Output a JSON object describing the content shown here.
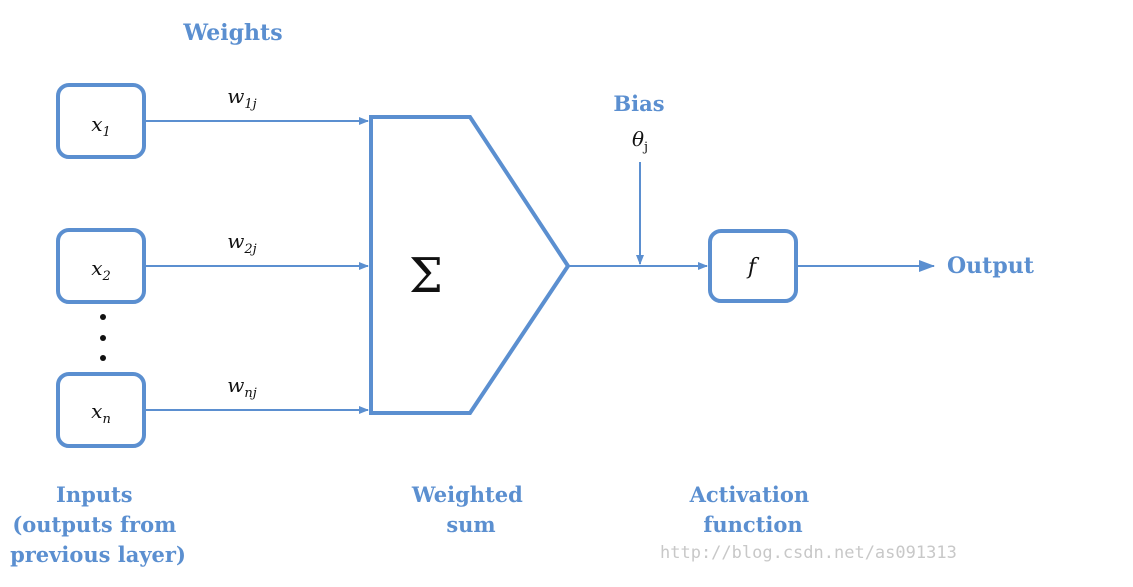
{
  "colors": {
    "accent": "#5b8fd0",
    "box_stroke": "#5b8fd0",
    "ink": "#111111",
    "watermark": "#c8c8c8"
  },
  "header": {
    "weights_label": "Weights"
  },
  "inputs": {
    "items": [
      {
        "base": "x",
        "sub": "1",
        "weight_base": "w",
        "weight_sub": "1j"
      },
      {
        "base": "x",
        "sub": "2",
        "weight_base": "w",
        "weight_sub": "2j"
      },
      {
        "base": "x",
        "sub": "n",
        "weight_base": "w",
        "weight_sub": "nj"
      }
    ],
    "caption_lines": [
      "Inputs",
      "(outputs from",
      "previous layer)"
    ]
  },
  "summation": {
    "symbol": "Σ",
    "caption_lines": [
      "Weighted",
      "sum"
    ]
  },
  "bias": {
    "label": "Bias",
    "symbol": "θ",
    "sub": "j"
  },
  "activation": {
    "symbol": "f",
    "caption_lines": [
      "Activation",
      "function"
    ]
  },
  "output": {
    "label": "Output"
  },
  "watermark": {
    "text": "http://blog.csdn.net/as091313"
  }
}
